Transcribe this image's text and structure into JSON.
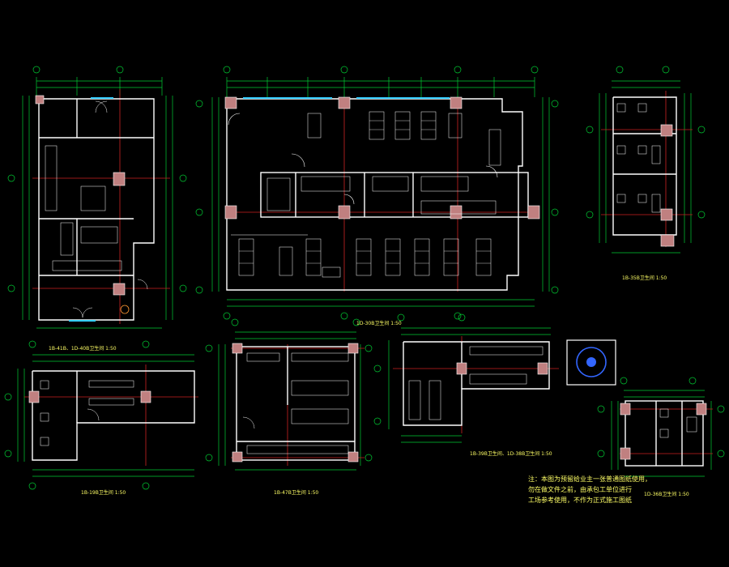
{
  "colors": {
    "background": "#000000",
    "wall": "#ffffff",
    "dimension": "#00cc33",
    "axis": "#cc2222",
    "window": "#33ccff",
    "text": "#ffff66",
    "hatch": "#c08080",
    "fixture": "#ffffff"
  },
  "plans": [
    {
      "id": "plan-a",
      "caption": "1B-41B、1D-40B卫生间 1:50"
    },
    {
      "id": "plan-b",
      "caption": "1D-30B卫生间 1:50"
    },
    {
      "id": "plan-c",
      "caption": "1B-35B卫生间 1:50"
    },
    {
      "id": "plan-d",
      "caption": "1B-19B卫生间 1:50"
    },
    {
      "id": "plan-e",
      "caption": "1B-47B卫生间 1:50"
    },
    {
      "id": "plan-f",
      "caption": "1B-39B卫生间、1D-38B卫生间 1:50"
    },
    {
      "id": "plan-g",
      "caption": "1D-36B卫生间 1:50"
    }
  ],
  "note": {
    "lines": [
      "注：本图为预留给业主一张普通图纸使用，",
      "勿在做文件之前，由承包工单位进行",
      "工场参考使用，不作为正式施工图纸"
    ]
  }
}
